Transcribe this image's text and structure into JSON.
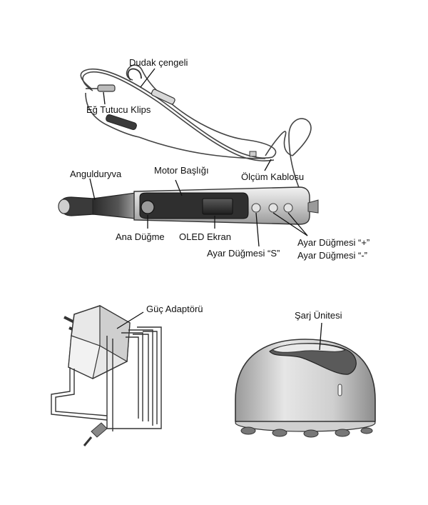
{
  "labels": {
    "lip_hook": "Dudak çengeli",
    "file_clip": "Eğ Tutucu Klips",
    "contra_angle": "Angulduryva",
    "motor_head": "Motor Başlığı",
    "measuring_cable": "Ölçüm Kablosu",
    "main_button": "Ana Düğme",
    "oled_screen": "OLED Ekran",
    "setting_button_s": "Ayar Düğmesi “S”",
    "setting_button_plus": "Ayar Düğmesi “+”",
    "setting_button_minus": "Ayar Düğmesi “-”",
    "power_adapter": "Güç Adaptörü",
    "charging_unit": "Şarj Ünitesi"
  },
  "colors": {
    "outline": "#333333",
    "dark_fill": "#3a3a3a",
    "mid_fill": "#8a8a8a",
    "light_fill": "#d9d9d9",
    "body_fill": "#c7c7c7"
  }
}
